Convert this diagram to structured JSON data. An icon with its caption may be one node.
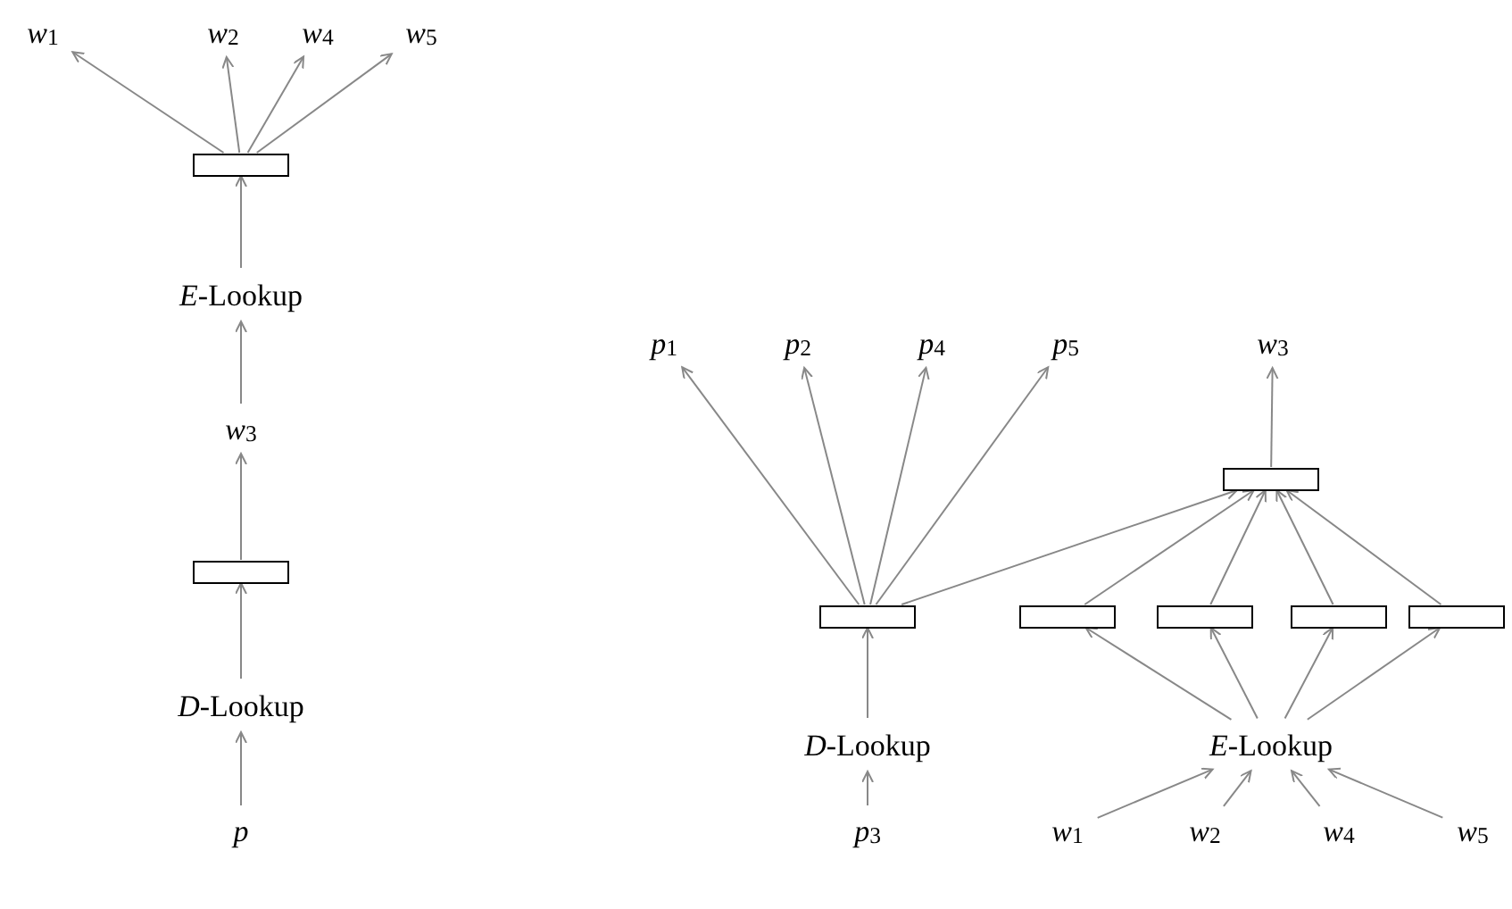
{
  "diagram": {
    "nodes": [
      {
        "text": [
          "*w*$_{1}$"
        ]
      },
      {
        "text": [
          "*w*$_{2}$"
        ]
      },
      {
        "text": [
          "*w*$_{4}$"
        ]
      },
      {
        "text": [
          "*w*$_{5}$"
        ]
      },
      {
        "text": [],
        "shape": "box"
      },
      {
        "text": [
          "*E*-Lookup"
        ]
      },
      {
        "text": [
          "*w*$_{3}$"
        ]
      },
      {
        "text": [],
        "shape": "box"
      },
      {
        "text": [
          "*D*-Lookup"
        ]
      },
      {
        "text": [
          "*p*"
        ]
      },
      {
        "text": [
          "*p*$_{1}$"
        ]
      },
      {
        "text": [
          "*p*$_{2}$"
        ]
      },
      {
        "text": [
          "*p*$_{4}$"
        ]
      },
      {
        "text": [
          "*p*$_{5}$"
        ]
      },
      {
        "text": [
          "*w*$_{3}$"
        ]
      },
      {
        "text": [],
        "shape": "box"
      },
      {
        "text": [],
        "shape": "box"
      },
      {
        "text": [],
        "shape": "box"
      },
      {
        "text": [],
        "shape": "box"
      },
      {
        "text": [],
        "shape": "box"
      },
      {
        "text": [],
        "shape": "box"
      },
      {
        "text": [
          "*D*-Lookup"
        ]
      },
      {
        "text": [
          "*E*-Lookup"
        ]
      },
      {
        "text": [
          "*p*$_{3}$"
        ]
      },
      {
        "text": [
          "*w*$_{1}$"
        ]
      },
      {
        "text": [
          "*w*$_{2}$"
        ]
      },
      {
        "text": [
          "*w*$_{4}$"
        ]
      },
      {
        "text": [
          "*w*$_{5}$"
        ]
      }
    ],
    "edges": [
      {
        "from": 4,
        "to": 0,
        "arrow": "to"
      },
      {
        "from": 4,
        "to": 1,
        "arrow": "to"
      },
      {
        "from": 4,
        "to": 2,
        "arrow": "to"
      },
      {
        "from": 4,
        "to": 3,
        "arrow": "to"
      },
      {
        "from": 5,
        "to": 4,
        "arrow": "to"
      },
      {
        "from": 6,
        "to": 5,
        "arrow": "to"
      },
      {
        "from": 7,
        "to": 6,
        "arrow": "to"
      },
      {
        "from": 8,
        "to": 7,
        "arrow": "to"
      },
      {
        "from": 9,
        "to": 8,
        "arrow": "to"
      },
      {
        "from": 16,
        "to": 10,
        "arrow": "to"
      },
      {
        "from": 16,
        "to": 11,
        "arrow": "to"
      },
      {
        "from": 16,
        "to": 12,
        "arrow": "to"
      },
      {
        "from": 16,
        "to": 13,
        "arrow": "to"
      },
      {
        "from": 15,
        "to": 14,
        "arrow": "to"
      },
      {
        "from": 16,
        "to": 15,
        "arrow": "to"
      },
      {
        "from": 17,
        "to": 15,
        "arrow": "to"
      },
      {
        "from": 18,
        "to": 15,
        "arrow": "to"
      },
      {
        "from": 19,
        "to": 15,
        "arrow": "to"
      },
      {
        "from": 20,
        "to": 15,
        "arrow": "to"
      },
      {
        "from": 22,
        "to": 17,
        "arrow": "to"
      },
      {
        "from": 22,
        "to": 18,
        "arrow": "to"
      },
      {
        "from": 22,
        "to": 19,
        "arrow": "to"
      },
      {
        "from": 22,
        "to": 20,
        "arrow": "to"
      },
      {
        "from": 21,
        "to": 16,
        "arrow": "to"
      },
      {
        "from": 23,
        "to": 21,
        "arrow": "to"
      },
      {
        "from": 24,
        "to": 22,
        "arrow": "to"
      },
      {
        "from": 25,
        "to": 22,
        "arrow": "to"
      },
      {
        "from": 26,
        "to": 22,
        "arrow": "to"
      },
      {
        "from": 27,
        "to": 22,
        "arrow": "to"
      }
    ]
  }
}
